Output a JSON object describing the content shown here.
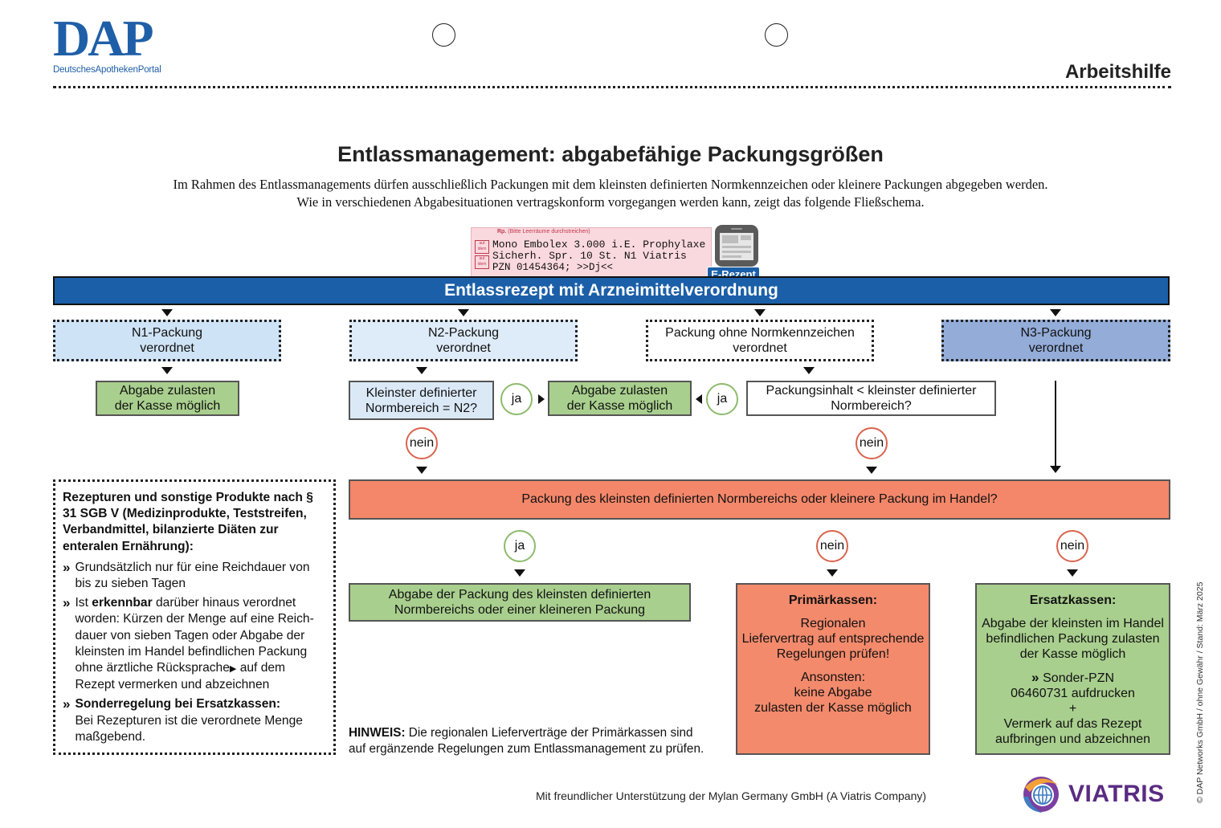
{
  "header": {
    "logo_text": "DAP",
    "logo_subtitle": "DeutschesApothekenPortal",
    "doc_type": "Arbeitshilfe"
  },
  "title": "Entlassmanagement: abgabefähige Packungsgrößen",
  "intro": {
    "line1": "Im Rahmen des Entlassmanagements dürfen ausschließlich Packungen mit dem kleinsten definierten Normkennzeichen oder kleinere Packungen abgegeben werden.",
    "line2": "Wie in verschiedenen Abgabesituationen vertragskonform vorgegangen werden kann, zeigt das folgende Fließschema."
  },
  "prescription": {
    "rp": "Rp.",
    "rp_hint": "(Bitte Leerräume durchstreichen)",
    "side1": "aut idem",
    "side2": "aut idem",
    "line1": "Mono Embolex 3.000 i.E. Prophylaxe",
    "line2": "Sicherh. Spr. 10 St. N1 Viatris",
    "line3": "PZN 01454364; >>Dj<<",
    "erezept_label": "E-Rezept"
  },
  "banner": "Entlassrezept mit Arzneimittelverordnung",
  "columns": {
    "n1": {
      "line1": "N1-Packung",
      "line2": "verordnet"
    },
    "n2": {
      "line1": "N2-Packung",
      "line2": "verordnet"
    },
    "ohne": {
      "line1": "Packung ohne Normkennzeichen",
      "line2": "verordnet"
    },
    "n3": {
      "line1": "N3-Packung",
      "line2": "verordnet"
    }
  },
  "boxes": {
    "abgabe1": {
      "line1": "Abgabe zulasten",
      "line2": "der Kasse möglich"
    },
    "kleinster": {
      "line1": "Kleinster definierter",
      "line2": "Normbereich = N2?"
    },
    "abgabe2": {
      "line1": "Abgabe zulasten",
      "line2": "der Kasse möglich"
    },
    "inhalt": {
      "line1": "Packungsinhalt < kleinster definierter",
      "line2": "Normbereich?"
    },
    "question": "Packung des kleinsten definierten Normbereichs oder kleinere Packung im Handel?",
    "abgabe_packung": {
      "line1": "Abgabe der Packung des kleinsten definierten",
      "line2": "Normbereichs oder einer kleineren Packung"
    },
    "primaer": {
      "title": "Primärkassen:",
      "p1a": "Regionalen",
      "p1b": "Liefervertrag auf entsprechende",
      "p1c": "Regelungen prüfen!",
      "p2a": "Ansonsten:",
      "p2b": "keine Abgabe",
      "p2c": "zulasten der Kasse möglich"
    },
    "ersatz": {
      "title": "Ersatzkassen:",
      "p1a": "Abgabe der kleinsten im Handel",
      "p1b": "befindlichen Packung zulasten",
      "p1c": "der Kasse möglich",
      "p2a": "Sonder-PZN",
      "p2b": "06460731 aufdrucken",
      "plus": "+",
      "p3a": "Vermerk auf das Rezept",
      "p3b": "aufbringen und abzeichnen"
    }
  },
  "labels": {
    "ja": "ja",
    "nein": "nein"
  },
  "sidebox": {
    "heading": "Rezepturen und sonstige Produkte nach § 31 SGB V (Medizinprodukte, Teststreifen, Verbandmittel, bilanzierte Diäten zur enteralen Ernährung):",
    "b1": "Grundsätzlich nur für eine Reichdauer von bis zu sieben Tagen",
    "b2_pre": "Ist ",
    "b2_bold": "erkennbar",
    "b2_mid": " darüber hinaus verordnet worden: Kürzen der Menge auf eine Reich-dauer von sieben Tagen oder Abgabe der kleinsten im Handel befindlichen Packung ohne ärztliche Rücksprache",
    "b2_post": " auf dem Rezept vermerken und abzeichnen",
    "b3_bold": "Sonderregelung bei Ersatzkassen:",
    "b3_text": "Bei Rezepturen ist die verordnete Menge maßgebend."
  },
  "hinweis": {
    "bold": "HINWEIS:",
    "text1": " Die regionalen Lieferverträge der Primärkassen sind",
    "text2": "auf ergänzende Regelungen zum Entlassmanagement zu prüfen."
  },
  "footer": {
    "support": "Mit freundlicher Unterstützung der Mylan Germany GmbH (A Viatris Company)",
    "brand": "VIATRIS",
    "side_text": "© DAP Networks GmbH / ohne Gewähr / Stand: März 2025"
  },
  "colors": {
    "dap_blue": "#1f5fa8",
    "banner": "#1b5fa8",
    "n1": "#cfe3f6",
    "n2": "#deebf8",
    "n3": "#93acd8",
    "kleinster": "#dbe9f7",
    "green": "#a9cf8e",
    "salmon": "#f4876a",
    "salmon_box": "#f38a6c",
    "prescription": "#fad9de"
  }
}
